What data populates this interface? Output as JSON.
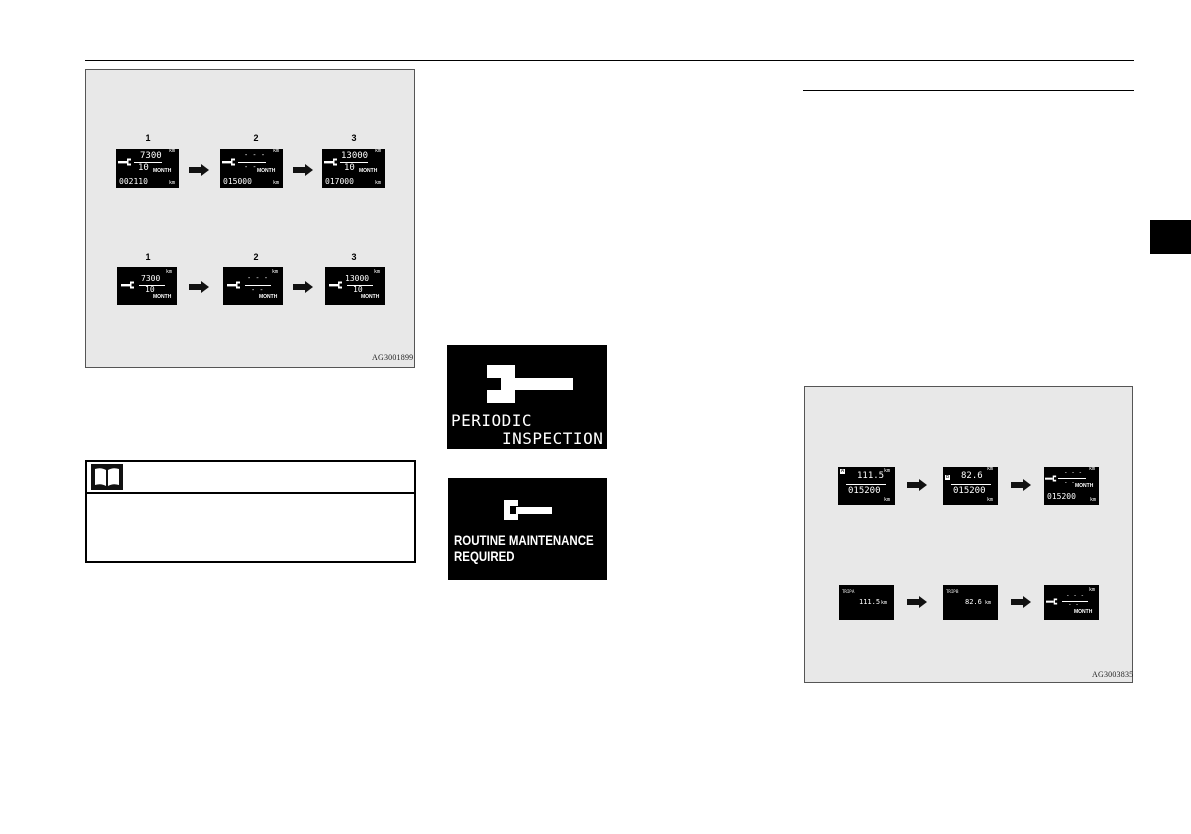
{
  "figure1": {
    "code": "AG3001899",
    "row_a": {
      "steps": [
        "1",
        "2",
        "3"
      ],
      "screens": [
        {
          "unit_top": "km",
          "distance": "7300",
          "months": "10",
          "month_label": "MONTH",
          "odometer": "002110",
          "unit_bottom": "km"
        },
        {
          "unit_top": "km",
          "distance": "- - -",
          "months": "- -",
          "month_label": "MONTH",
          "odometer": "015000",
          "unit_bottom": "km"
        },
        {
          "unit_top": "km",
          "distance": "13000",
          "months": "10",
          "month_label": "MONTH",
          "odometer": "017000",
          "unit_bottom": "km"
        }
      ]
    },
    "row_b": {
      "steps": [
        "1",
        "2",
        "3"
      ],
      "screens": [
        {
          "unit_top": "km",
          "distance": "7300",
          "months": "10",
          "month_label": "MONTH"
        },
        {
          "unit_top": "km",
          "distance": "- - -",
          "months": "- -",
          "month_label": "MONTH"
        },
        {
          "unit_top": "km",
          "distance": "13000",
          "months": "10",
          "month_label": "MONTH"
        }
      ]
    }
  },
  "screen_periodic": {
    "line1": "PERIODIC",
    "line2": "INSPECTION"
  },
  "screen_routine": {
    "line1": "ROUTINE MAINTENANCE",
    "line2": "REQUIRED"
  },
  "figure2": {
    "code": "AG3003835",
    "row_a": {
      "screens": [
        {
          "trip_tag": "A",
          "trip_value": "111.5",
          "unit_top": "km",
          "odometer": "015200",
          "unit_bottom": "km"
        },
        {
          "trip_tag": "B",
          "trip_value": "82.6",
          "unit_top": "km",
          "odometer": "015200",
          "unit_bottom": "km"
        },
        {
          "unit_top": "km",
          "distance": "- - -",
          "months": "- -",
          "month_label": "MONTH",
          "odometer": "015200",
          "unit_bottom": "km"
        }
      ]
    },
    "row_b": {
      "screens": [
        {
          "trip_label": "TRIP",
          "trip_tag": "A",
          "trip_value": "111.5",
          "unit": "km"
        },
        {
          "trip_label": "TRIP",
          "trip_tag": "B",
          "trip_value": "82.6",
          "unit": "km"
        },
        {
          "unit_top": "km",
          "distance": "- - -",
          "months": "- -",
          "month_label": "MONTH"
        }
      ]
    }
  },
  "colors": {
    "figure_bg": "#e8e8e8",
    "lcd_bg": "#000000",
    "lcd_fg": "#ffffff"
  }
}
